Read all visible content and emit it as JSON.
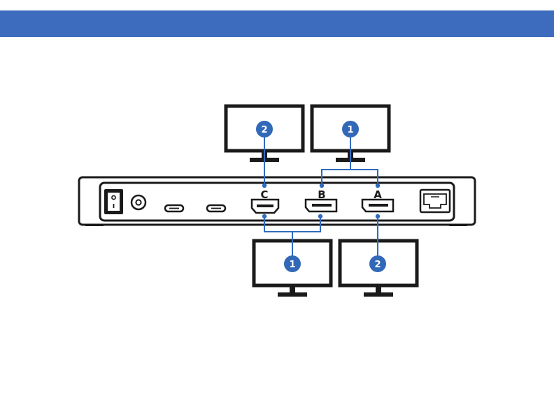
{
  "header": {
    "color": "#3d6cbf"
  },
  "colors": {
    "link": "#2f6bbf",
    "outline": "#1a1a1a",
    "badge": "#3268b8"
  },
  "ports": [
    {
      "id": "C",
      "label": "C",
      "type": "hdmi"
    },
    {
      "id": "B",
      "label": "B",
      "type": "displayport"
    },
    {
      "id": "A",
      "label": "A",
      "type": "displayport"
    }
  ],
  "other_ports": [
    {
      "type": "power-switch"
    },
    {
      "type": "dc-power"
    },
    {
      "type": "usb-c"
    },
    {
      "type": "usb-c"
    },
    {
      "type": "ethernet"
    }
  ],
  "monitors": {
    "top": [
      {
        "badge": "2",
        "connected_ports": [
          "C"
        ]
      },
      {
        "badge": "1",
        "connected_ports": [
          "B",
          "A"
        ]
      }
    ],
    "bottom": [
      {
        "badge": "1",
        "connected_ports": [
          "C",
          "B"
        ]
      },
      {
        "badge": "2",
        "connected_ports": [
          "A"
        ]
      }
    ]
  }
}
